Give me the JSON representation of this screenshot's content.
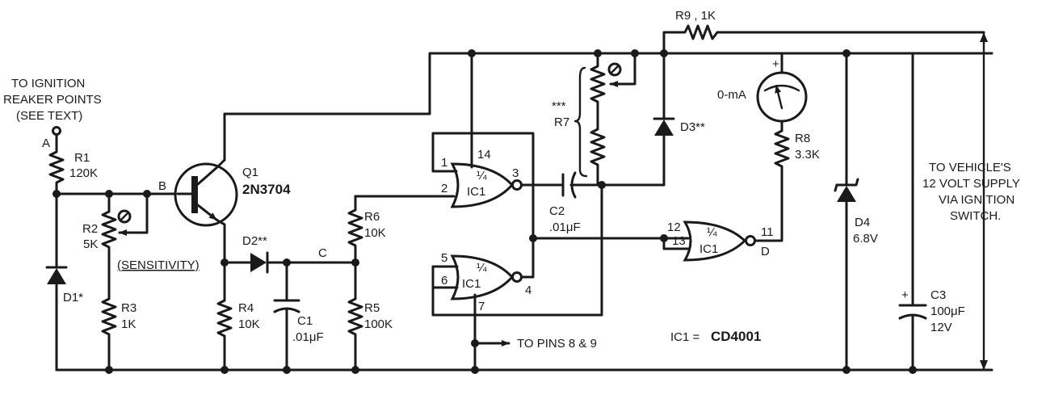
{
  "labels": {
    "ignition_line1": "TO IGNITION",
    "ignition_line2": "REAKER POINTS",
    "ignition_line3": "(SEE TEXT)",
    "node_a": "A",
    "node_b": "B",
    "node_c": "C",
    "node_d": "D",
    "r1": "R1",
    "r1_val": "120K",
    "r2": "R2",
    "r2_val": "5K",
    "sensitivity": "(SENSITIVITY)",
    "d1": "D1*",
    "r3": "R3",
    "r3_val": "1K",
    "q1": "Q1",
    "q1_part": "2N3704",
    "d2": "D2**",
    "r4": "R4",
    "r4_val": "10K",
    "c1": "C1",
    "c1_val": ".01μF",
    "r6": "R6",
    "r6_val": "10K",
    "r5": "R5",
    "r5_val": "100K",
    "gate_frac": "¼",
    "ic1": "IC1",
    "pin1": "1",
    "pin2": "2",
    "pin3": "3",
    "pin4": "4",
    "pin5": "5",
    "pin6": "6",
    "pin7": "7",
    "pin11": "11",
    "pin12": "12",
    "pin13": "13",
    "pin14": "14",
    "to_pins": "TO PINS 8 & 9",
    "c2": "C2",
    "c2_val": ".01μF",
    "r7_stars": "***",
    "r7": "R7",
    "r9": "R9 , 1K",
    "d3": "D3**",
    "meter": "0-mA",
    "meter_plus": "+",
    "r8": "R8",
    "r8_val": "3.3K",
    "ic1_eq": "IC1 = ",
    "ic1_part": "CD4001",
    "d4": "D4",
    "d4_val": "6.8V",
    "c3": "C3",
    "c3_plus": "+",
    "c3_val": "100μF",
    "c3_volt": "12V",
    "supply1": "TO VEHICLE'S",
    "supply2": "12 VOLT SUPPLY",
    "supply3": "VIA IGNITION",
    "supply4": "SWITCH."
  }
}
